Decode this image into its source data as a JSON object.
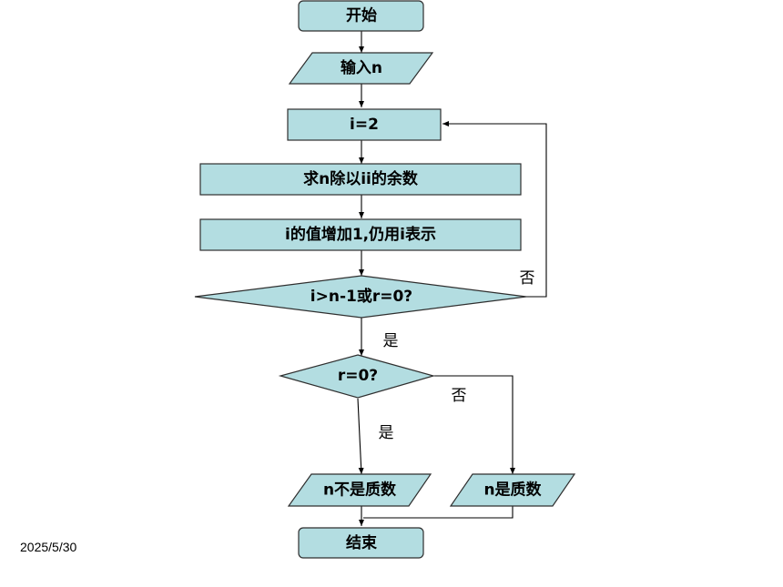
{
  "diagram": {
    "nodes": {
      "start": "开始",
      "input": "输入n",
      "init": "i=2",
      "remainder": "求n除以ii的余数",
      "increment": "i的值增加1,仍用i表示",
      "loop_check": "i>n-1或r=0?",
      "r_check": "r=0?",
      "not_prime": "n不是质数",
      "is_prime": "n是质数",
      "end": "结束"
    },
    "edge_labels": {
      "loop_no": "否",
      "loop_yes": "是",
      "r_yes": "是",
      "r_no": "否"
    }
  },
  "footer": {
    "date": "2025/5/30"
  },
  "colors": {
    "shape_fill": "#b3dde1",
    "shape_stroke": "#2f2f2f",
    "line": "#000000"
  }
}
